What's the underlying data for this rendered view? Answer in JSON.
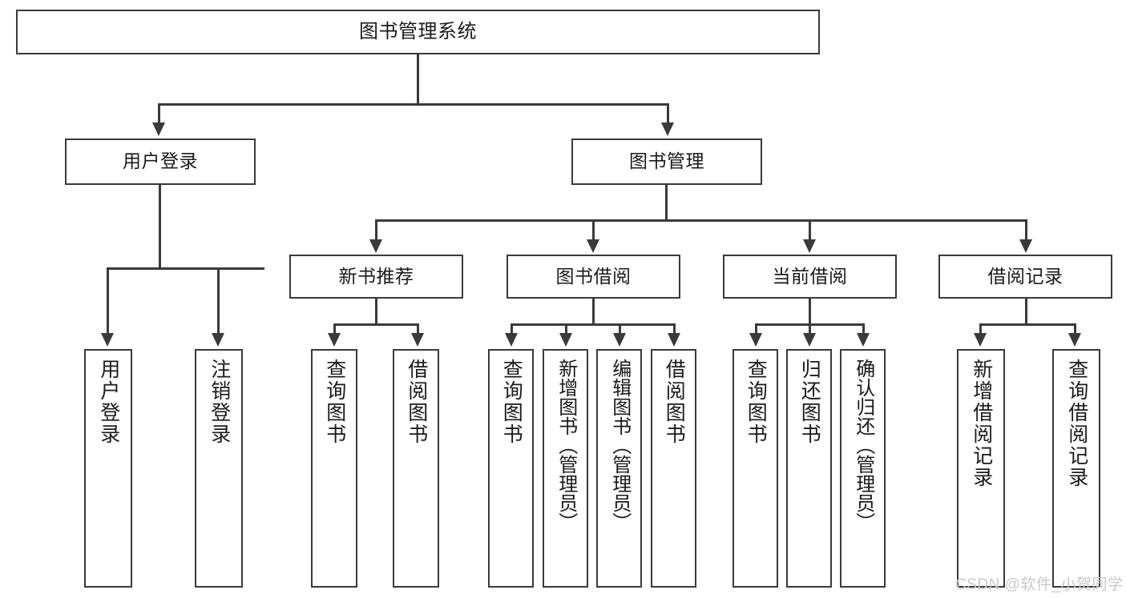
{
  "diagram": {
    "type": "tree-hierarchy-chart",
    "title": "图书管理系统",
    "nodes": {
      "root": {
        "label": "图书管理系统"
      },
      "level2": [
        {
          "id": "user-login",
          "label": "用户登录"
        },
        {
          "id": "book-manage",
          "label": "图书管理"
        }
      ],
      "level3": [
        {
          "id": "new-book-recommend",
          "label": "新书推荐"
        },
        {
          "id": "book-borrow",
          "label": "图书借阅"
        },
        {
          "id": "current-borrow",
          "label": "当前借阅"
        },
        {
          "id": "borrow-record",
          "label": "借阅记录"
        }
      ],
      "leaves": {
        "user_login": [
          {
            "id": "leaf-user-login",
            "label": "用户登录"
          },
          {
            "id": "leaf-logout",
            "label": "注销登录"
          }
        ],
        "new_book_recommend": [
          {
            "id": "leaf-query-book-1",
            "label": "查询图书"
          },
          {
            "id": "leaf-borrow-book-1",
            "label": "借阅图书"
          }
        ],
        "book_borrow": [
          {
            "id": "leaf-query-book-2",
            "label": "查询图书"
          },
          {
            "id": "leaf-add-book",
            "label": "新增图书（管理员）"
          },
          {
            "id": "leaf-edit-book",
            "label": "编辑图书（管理员）"
          },
          {
            "id": "leaf-borrow-book-2",
            "label": "借阅图书"
          }
        ],
        "current_borrow": [
          {
            "id": "leaf-query-book-3",
            "label": "查询图书"
          },
          {
            "id": "leaf-return-book",
            "label": "归还图书"
          },
          {
            "id": "leaf-confirm-return",
            "label": "确认归还（管理员）"
          }
        ],
        "borrow_record": [
          {
            "id": "leaf-add-record",
            "label": "新增借阅记录"
          },
          {
            "id": "leaf-query-record",
            "label": "查询借阅记录"
          }
        ]
      }
    },
    "colors": {
      "stroke": "#3a3a3a",
      "background": "#ffffff",
      "text": "#1a1a1a",
      "watermark": "#c9c9c9"
    }
  },
  "watermark": {
    "text": "CSDN @软件_小贺同学"
  }
}
